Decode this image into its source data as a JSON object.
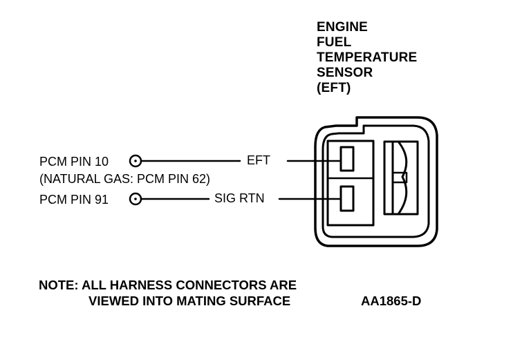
{
  "sensor_title": {
    "lines": [
      "ENGINE",
      "FUEL",
      "TEMPERATURE",
      "SENSOR",
      "(EFT)"
    ]
  },
  "wires": [
    {
      "pin_label": "PCM PIN 10",
      "note": "(NATURAL GAS: PCM PIN 62)",
      "signal_label": "EFT"
    },
    {
      "pin_label": "PCM PIN 91",
      "signal_label": "SIG RTN"
    }
  ],
  "note": {
    "line1": "NOTE: ALL HARNESS CONNECTORS ARE",
    "line2": "VIEWED INTO MATING SURFACE"
  },
  "figure_id": "AA1865-D",
  "colors": {
    "ink": "#000000",
    "background": "#ffffff"
  }
}
